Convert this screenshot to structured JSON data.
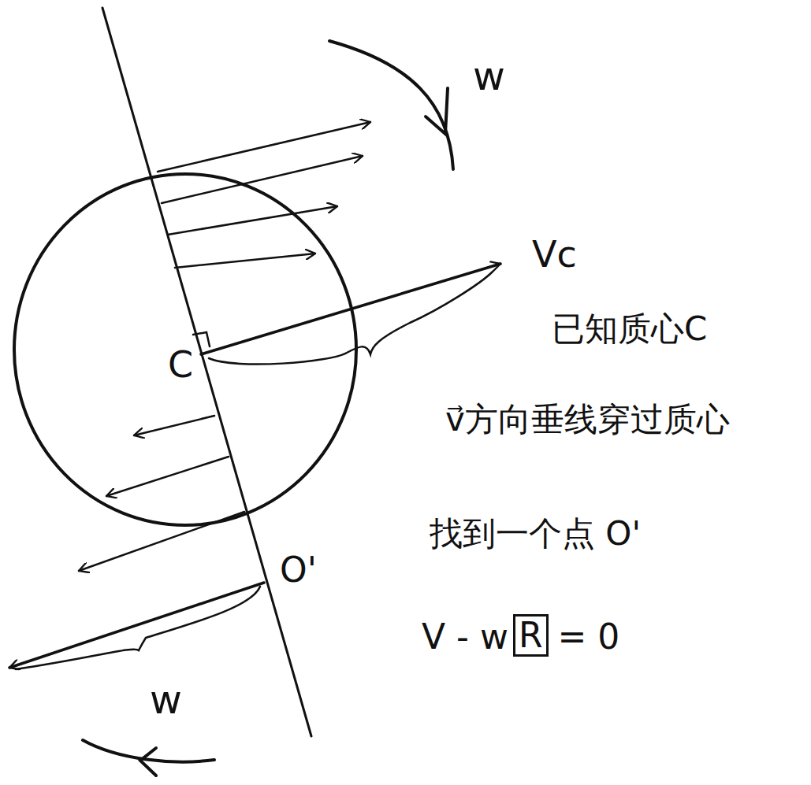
{
  "diagram": {
    "nodes": [
      {
        "text": [
          "C"
        ]
      }
    ],
    "labels": [
      "w",
      "Vc",
      "已知质心C",
      "v⃗方向垂线穿过质心",
      "找到一个点 O'",
      "V - w",
      "R",
      "= 0",
      "O'",
      "w"
    ]
  }
}
